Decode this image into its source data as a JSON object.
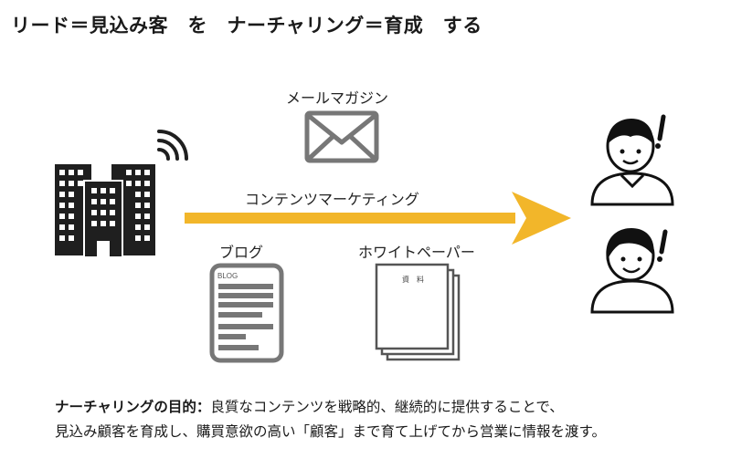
{
  "title": "リード＝見込み客　を　ナーチャリング＝育成　する",
  "labels": {
    "mail_magazine": "メールマガジン",
    "content_marketing": "コンテンツマーケティング",
    "blog": "ブログ",
    "whitepaper": "ホワイトペーパー"
  },
  "icons": {
    "blog_doc_header": "BLOG",
    "whitepaper_doc_header": "資　料"
  },
  "footer": {
    "lead": "ナーチャリングの目的：",
    "line1_rest": "良質なコンテンツを戦略的、継続的に提供することで、",
    "line2": "見込み顧客を育成し、購買意欲の高い「顧客」まで育て上げてから営業に情報を渡す。"
  },
  "colors": {
    "arrow": "#f2b62a",
    "icon_gray": "#777777",
    "building": "#1f1f1f"
  }
}
